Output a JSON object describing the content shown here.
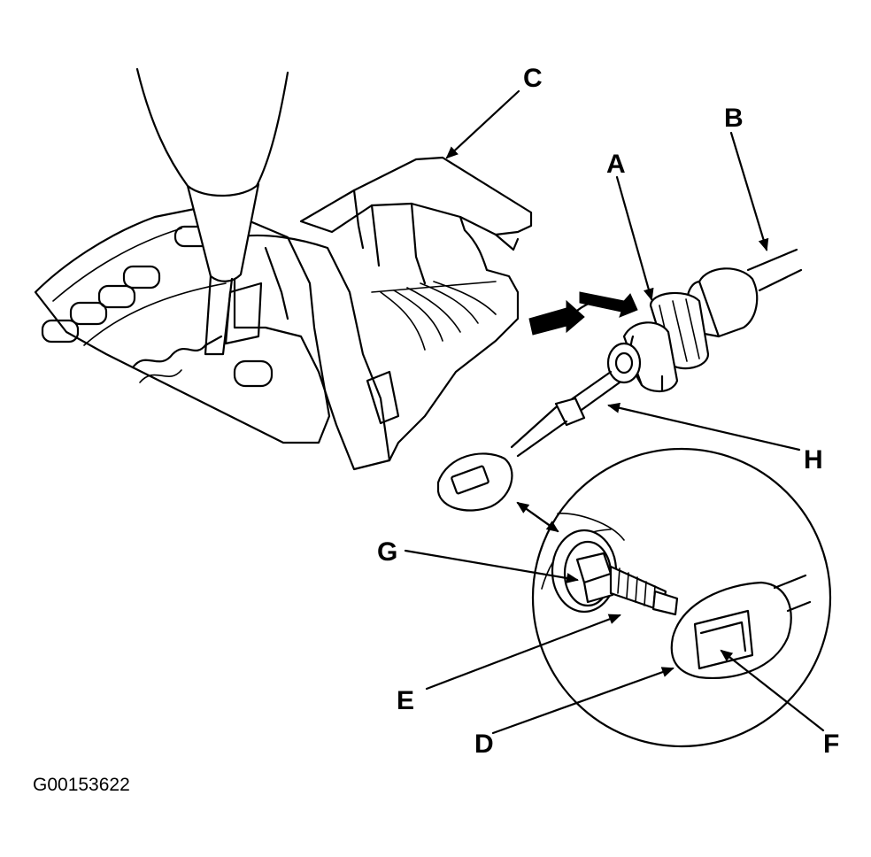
{
  "figure_id": "G00153622",
  "labels": {
    "A": "A",
    "B": "B",
    "C": "C",
    "D": "D",
    "E": "E",
    "F": "F",
    "G": "G",
    "H": "H"
  }
}
